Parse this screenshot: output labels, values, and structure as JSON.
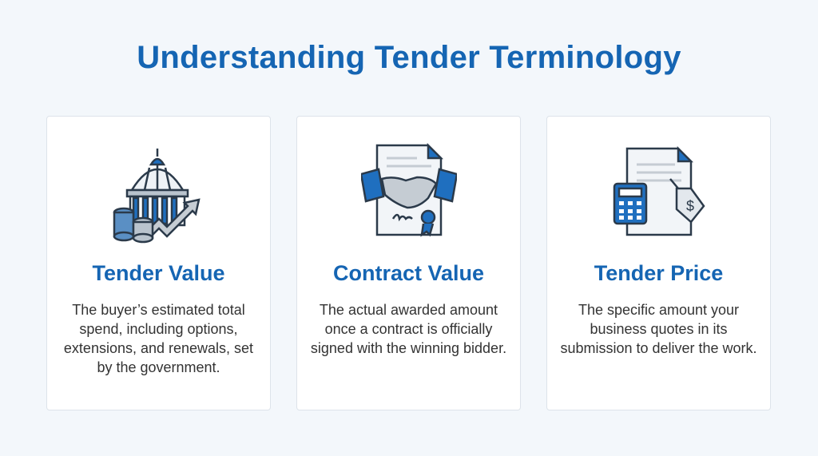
{
  "title": "Understanding Tender Terminology",
  "accent": "#1565b3",
  "cards": [
    {
      "icon": "capitol-coins-growth-icon",
      "heading": "Tender Value",
      "body": "The buyer’s estimated total spend, including options, extensions, and renewals, set by the government."
    },
    {
      "icon": "handshake-contract-icon",
      "heading": "Contract Value",
      "body": "The actual awarded amount once a contract is officially signed with the winning bidder."
    },
    {
      "icon": "document-calculator-price-tag-icon",
      "heading": "Tender Price",
      "body": "The specific amount your business quotes in its submission to deliver the work."
    }
  ]
}
